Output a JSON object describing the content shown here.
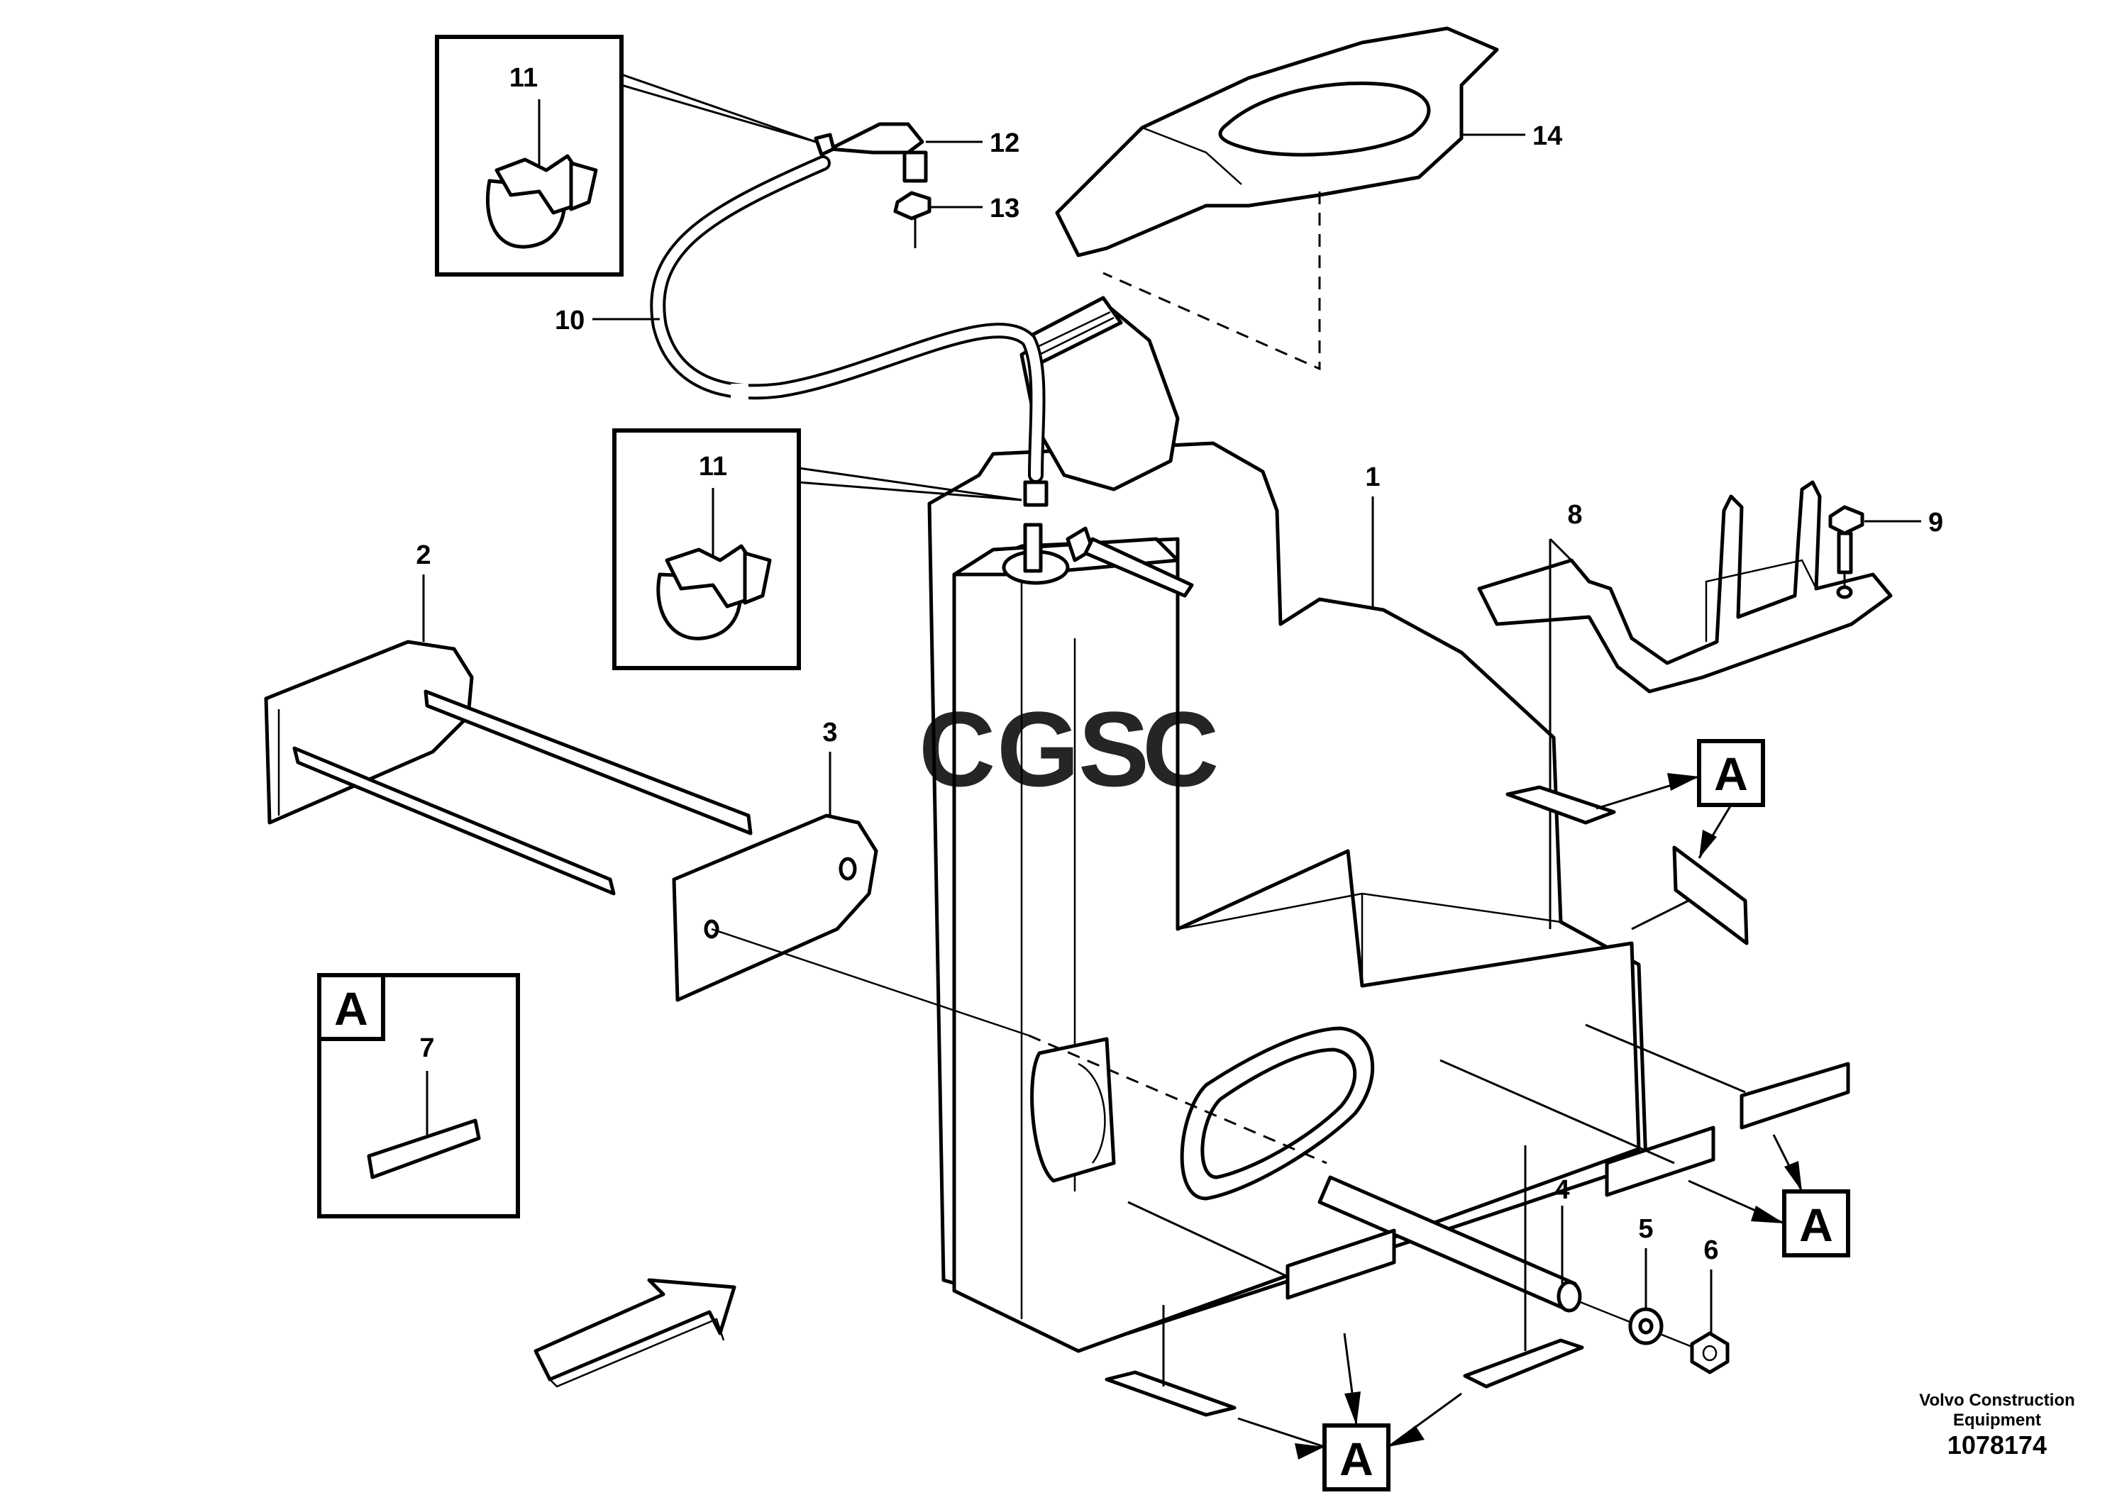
{
  "callouts": {
    "c1": "1",
    "c2": "2",
    "c3": "3",
    "c4": "4",
    "c5": "5",
    "c6": "6",
    "c7": "7",
    "c8": "8",
    "c9": "9",
    "c10": "10",
    "c11a": "11",
    "c11b": "11",
    "c12": "12",
    "c13": "13",
    "c14": "14"
  },
  "section_marks": {
    "inset": "A",
    "right_upper": "A",
    "right_lower": "A",
    "bottom": "A"
  },
  "watermark": {
    "letters": [
      "C",
      "G",
      "S",
      "C"
    ],
    "colors": [
      "#4a8fe8",
      "#e8645a",
      "#f3c341",
      "#5bb88a"
    ]
  },
  "footer": {
    "company_line1": "Volvo Construction",
    "company_line2": "Equipment",
    "drawing_number": "1078174"
  }
}
